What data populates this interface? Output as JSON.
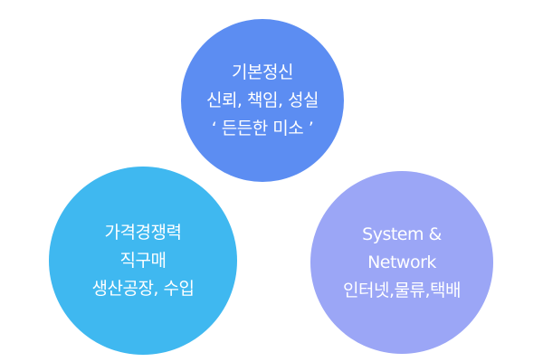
{
  "circles": [
    {
      "color": "#5c8df2",
      "lines": [
        "기본정신",
        "신뢰, 책임, 성실",
        "‘ 든든한 미소 ’"
      ]
    },
    {
      "color": "#3fb8f0",
      "lines": [
        "가격경쟁력",
        "직구매",
        "생산공장, 수입"
      ]
    },
    {
      "color": "#9ba6f6",
      "lines": [
        "System &",
        "Network",
        "인터넷,물류,택배"
      ]
    }
  ]
}
